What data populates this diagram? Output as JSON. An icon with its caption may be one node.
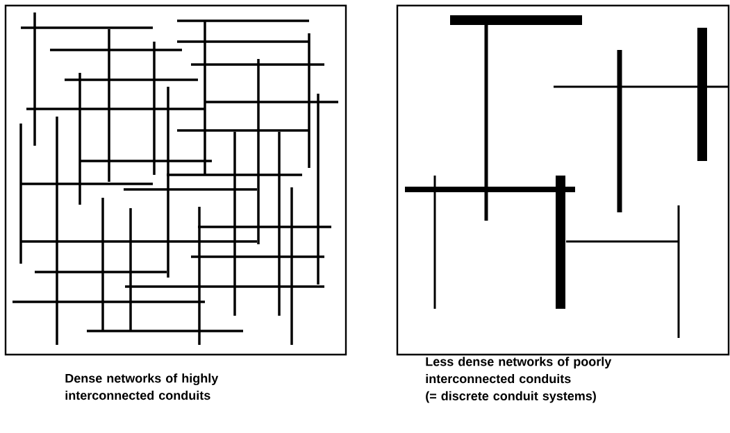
{
  "diagram": {
    "nodes": [
      {
        "text": [],
        "shape": "picture",
        "beside": [
          "Dense networks of highly interconnected conduits"
        ]
      },
      {
        "text": [],
        "shape": "picture",
        "beside": [
          "Less dense networks of poorly interconnected conduits",
          "(= discrete conduit systems)"
        ]
      }
    ]
  }
}
